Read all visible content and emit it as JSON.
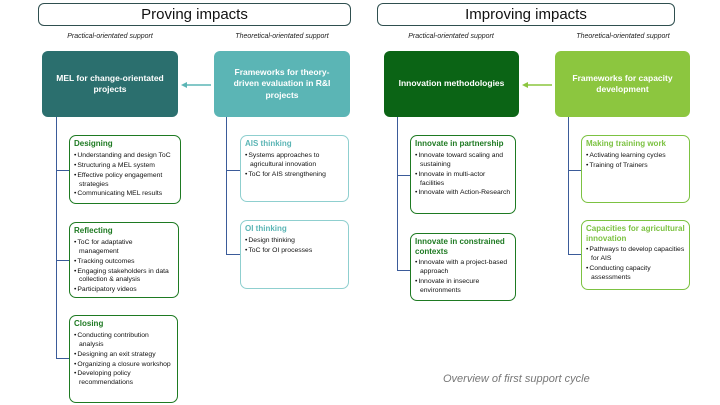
{
  "proving": {
    "title": "Proving impacts",
    "practical_label": "Practical-orientated support",
    "theoretical_label": "Theoretical-orientated support",
    "practical_main": "MEL for change-orientated projects",
    "theoretical_main": "Frameworks for theory-driven evaluation in R&I projects",
    "practical_cards": [
      {
        "title": "Designing",
        "items": [
          "Understanding and design ToC",
          "Structuring a MEL system",
          "Effective policy engagement strategies",
          "Communicating MEL results"
        ]
      },
      {
        "title": "Reflecting",
        "items": [
          "ToC for adaptative management",
          "Tracking outcomes",
          "Engaging stakeholders in data collection & analysis",
          "Participatory videos"
        ]
      },
      {
        "title": "Closing",
        "items": [
          "Conducting contribution analysis",
          "Designing an exit strategy",
          "Organizing a closure workshop",
          "Developing policy recommendations"
        ]
      }
    ],
    "theoretical_cards": [
      {
        "title": "AIS thinking",
        "items": [
          "Systems approaches to agricultural innovation",
          "ToC for AIS strengthening"
        ]
      },
      {
        "title": "OI thinking",
        "items": [
          "Design thinking",
          "ToC for OI processes"
        ]
      }
    ]
  },
  "improving": {
    "title": "Improving impacts",
    "practical_label": "Practical-orientated support",
    "theoretical_label": "Theoretical-orientated support",
    "practical_main": "Innovation methodologies",
    "theoretical_main": "Frameworks for capacity development",
    "practical_cards": [
      {
        "title": "Innovate in partnership",
        "items": [
          "Innovate toward scaling and sustaining",
          "Innovate in multi-actor facilities",
          "Innovate with Action-Research"
        ]
      },
      {
        "title": "Innovate in constrained contexts",
        "items": [
          "Innovate with a project-based approach",
          "Innovate in insecure environments"
        ]
      }
    ],
    "theoretical_cards": [
      {
        "title": "Making training work",
        "items": [
          "Activating learning cycles",
          "Training of Trainers"
        ]
      },
      {
        "title": "Capacities for agricultural innovation",
        "items": [
          "Pathways to develop capacities for AIS",
          "Conducting capacity assessments"
        ]
      }
    ]
  },
  "caption": "Overview of first support cycle",
  "colors": {
    "mel": "#2b6f6e",
    "theory": "#5bb5b5",
    "innov": "#0b6415",
    "capacity": "#8cc63f",
    "card_green": "#1e7a22",
    "card_teal": "#5bb5b5",
    "card_lime": "#7cc242"
  }
}
